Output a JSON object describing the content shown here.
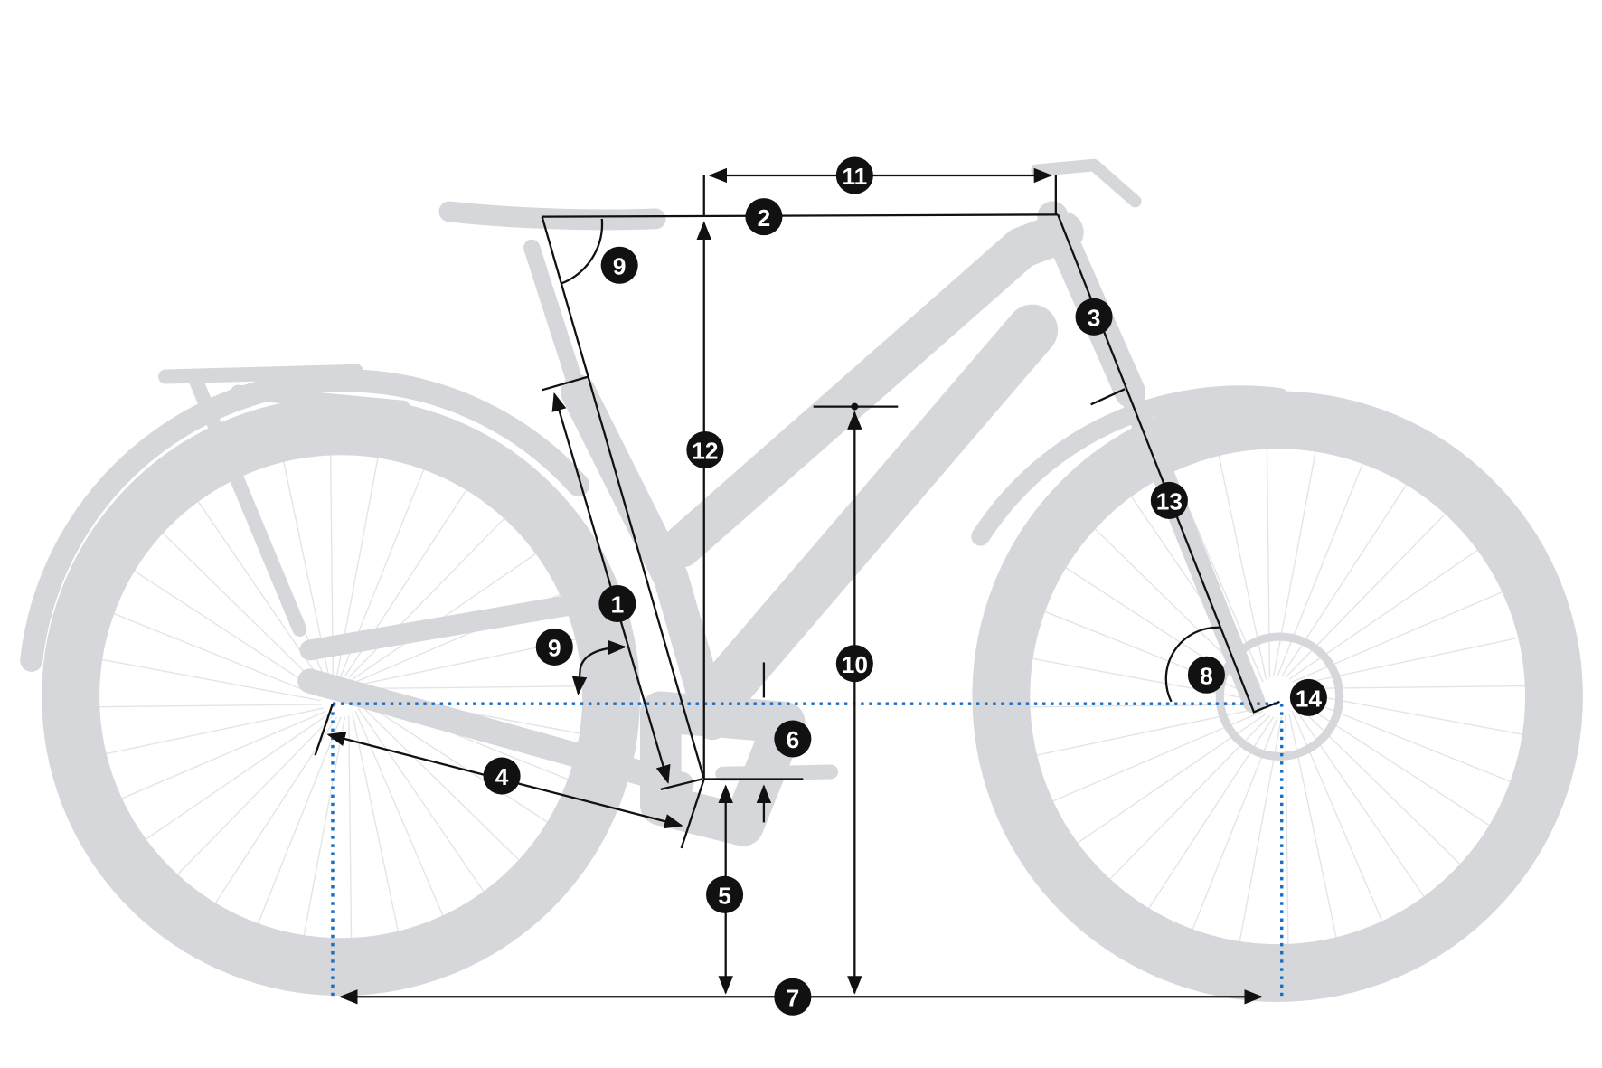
{
  "title": "Bike geometry diagram",
  "colors": {
    "silhouette": "#d6d7db",
    "dimension_lines": "#111111",
    "reference_lines": "#1a6fc4",
    "marker_fill": "#111111",
    "marker_text": "#ffffff"
  },
  "markers": {
    "m1": "1",
    "m2": "2",
    "m3": "3",
    "m4": "4",
    "m5": "5",
    "m6": "6",
    "m7": "7",
    "m8": "8",
    "m9a": "9",
    "m9b": "9",
    "m10": "10",
    "m11": "11",
    "m12": "12",
    "m13": "13",
    "m14": "14"
  }
}
